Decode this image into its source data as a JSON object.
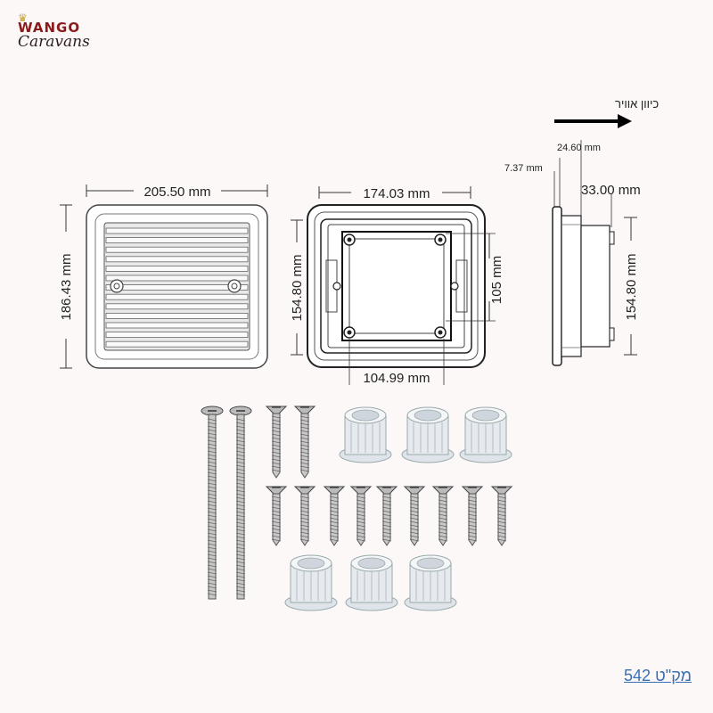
{
  "brand": {
    "name_top": "WANGO",
    "name_bottom": "Caravans"
  },
  "airflow": {
    "label": "כיוון אוויר"
  },
  "front_view": {
    "width_label": "205.50 mm",
    "height_label": "186.43 mm"
  },
  "back_view": {
    "width_label": "174.03 mm",
    "height_label": "154.80 mm",
    "inner_height_label": "105 mm",
    "inner_width_label": "104.99 mm"
  },
  "side_view": {
    "flange_label": "7.37 mm",
    "offset_label": "24.60 mm",
    "depth_label": "33.00 mm",
    "height_label": "154.80 mm"
  },
  "sku": {
    "label": "מק\"ט 542"
  }
}
